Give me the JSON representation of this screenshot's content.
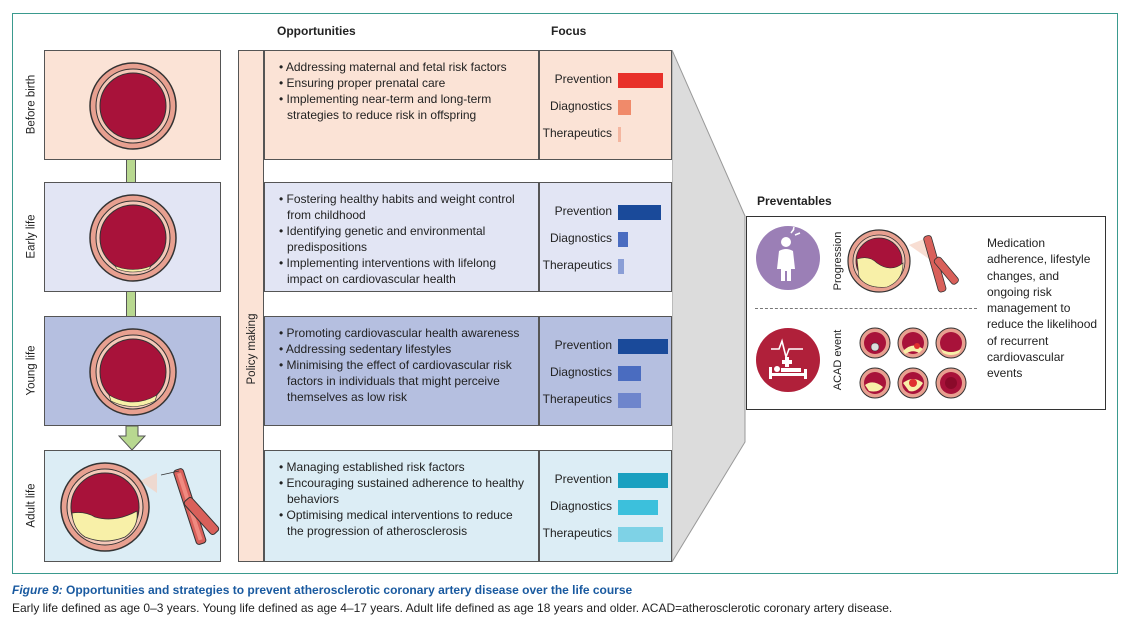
{
  "headers": {
    "opportunities": "Opportunities",
    "focus": "Focus",
    "preventables": "Preventables"
  },
  "policy_label": "Policy making",
  "stages": [
    {
      "label": "Before birth",
      "bg": "#fbe3d6",
      "opportunities": [
        "Addressing maternal and fetal risk factors",
        "Ensuring proper prenatal care",
        "Implementing near-term and long-term strategies to reduce risk in offspring"
      ],
      "focus": [
        {
          "label": "Prevention",
          "level": 0.9,
          "color": "#e8312a"
        },
        {
          "label": "Diagnostics",
          "level": 0.25,
          "color": "#f08a6a"
        },
        {
          "label": "Therapeutics",
          "level": 0.06,
          "color": "#f4b6a0"
        }
      ]
    },
    {
      "label": "Early life",
      "bg": "#e2e5f4",
      "opportunities": [
        "Fostering healthy habits and weight control from childhood",
        "Identifying genetic and environmental predispositions",
        "Implementing interventions with lifelong impact on cardiovascular health"
      ],
      "focus": [
        {
          "label": "Prevention",
          "level": 0.85,
          "color": "#1a4a9a"
        },
        {
          "label": "Diagnostics",
          "level": 0.2,
          "color": "#4a6cc0"
        },
        {
          "label": "Therapeutics",
          "level": 0.12,
          "color": "#8a9ed6"
        }
      ]
    },
    {
      "label": "Young life",
      "bg": "#b5bfe0",
      "opportunities": [
        "Promoting cardiovascular health awareness",
        "Addressing sedentary lifestyles",
        "Minimising the effect of cardiovascular risk factors in individuals that might perceive themselves as low risk"
      ],
      "focus": [
        {
          "label": "Prevention",
          "level": 1.0,
          "color": "#1a4a9a"
        },
        {
          "label": "Diagnostics",
          "level": 0.45,
          "color": "#4a6cc0"
        },
        {
          "label": "Therapeutics",
          "level": 0.45,
          "color": "#6e85cc"
        }
      ]
    },
    {
      "label": "Adult life",
      "bg": "#dcedf5",
      "opportunities": [
        "Managing established risk factors",
        "Encouraging sustained adherence to healthy behaviors",
        "Optimising medical interventions to reduce the progression of atherosclerosis"
      ],
      "focus": [
        {
          "label": "Prevention",
          "level": 1.0,
          "color": "#1aa0c0"
        },
        {
          "label": "Diagnostics",
          "level": 0.8,
          "color": "#3cc0dc"
        },
        {
          "label": "Therapeutics",
          "level": 0.9,
          "color": "#7ed2e6"
        }
      ]
    }
  ],
  "preventables": {
    "progression_label": "Progression",
    "acad_label": "ACAD event",
    "text": "Medication adherence, lifestyle changes, and ongoing risk management to reduce the likelihood of recurrent cardiovascular events"
  },
  "caption": {
    "figure_label": "Figure 9:",
    "title": " Opportunities and strategies to prevent atherosclerotic coronary artery disease over the life course",
    "note": "Early life defined as age 0–3 years. Young life defined as age 4–17 years. Adult life defined as age 18 years and older. ACAD=atherosclerotic coronary artery disease."
  },
  "colors": {
    "frame": "#3a9a8e",
    "vessel_wall": "#e8a090",
    "lumen": "#a8123a",
    "plaque": "#f8f0a8",
    "purple_icon": "#9b7fb6",
    "red_icon": "#b0203a"
  }
}
